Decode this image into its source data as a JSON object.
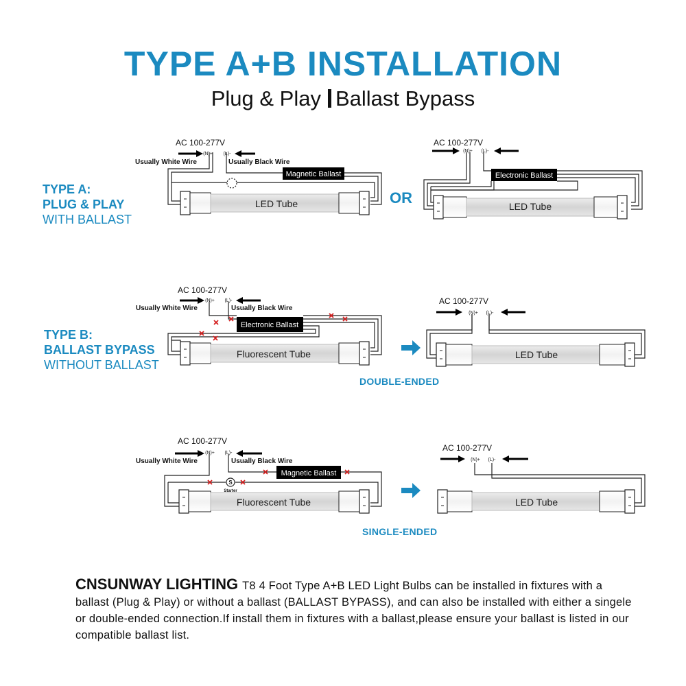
{
  "title": "TYPE A+B INSTALLATION",
  "subtitle": {
    "left": "Plug & Play",
    "right": "Ballast Bypass"
  },
  "type_a": {
    "line1": "TYPE A:",
    "line2": "PLUG & PLAY",
    "line3": "WITH BALLAST"
  },
  "type_b": {
    "line1": "TYPE B:",
    "line2": "BALLAST BYPASS",
    "line3": "WITHOUT BALLAST"
  },
  "or_label": "OR",
  "labels": {
    "ac": "AC 100-277V",
    "neutral": "(N)+",
    "live": "(L)-",
    "white_wire": "Usually White Wire",
    "black_wire": "Usually Black Wire",
    "magnetic_ballast": "Magnetic Ballast",
    "electronic_ballast": "Electronic Ballast",
    "led_tube": "LED Tube",
    "fluorescent_tube": "Fluorescent Tube",
    "starter_symbol": "S",
    "starter": "Starter"
  },
  "captions": {
    "double": "DOUBLE-ENDED",
    "single": "SINGLE-ENDED"
  },
  "footer": {
    "brand": "CNSUNWAY LIGHTING",
    "text": "T8 4 Foot Type A+B LED Light Bulbs can be installed in fixtures with a ballast (Plug & Play) or without a ballast (BALLAST BYPASS), and can also be installed with either a singele or double-ended connection.If install them in fixtures with a ballast,please ensure your ballast is listed in our compatible ballast list."
  },
  "colors": {
    "accent": "#1b8ac0",
    "cross": "#d42020",
    "tube": "#dcdcdc",
    "ballast": "#000000"
  }
}
